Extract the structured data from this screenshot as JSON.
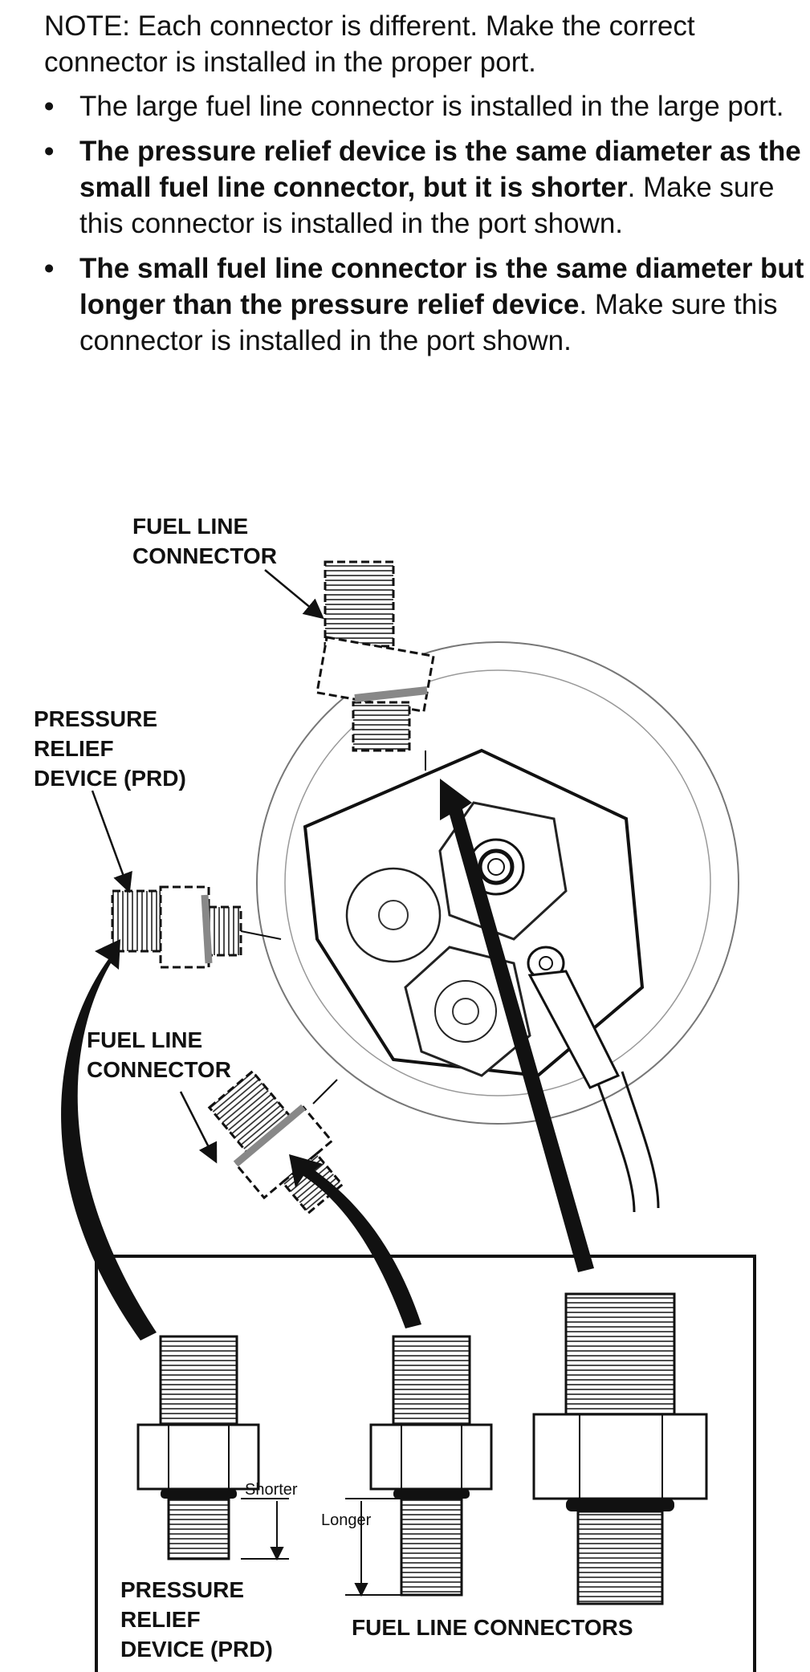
{
  "note": "NOTE: Each connector is different. Make the correct connector is installed in the proper port.",
  "bullets": [
    {
      "bold": "",
      "text": "The large fuel line connector is installed in the large port."
    },
    {
      "bold": "The pressure relief device is the same diameter as the small fuel line connector, but it is shorter",
      "text": ". Make sure this connector is installed in the port shown."
    },
    {
      "bold": "The small fuel line connector is the same diameter but longer than the pressure relief device",
      "text": ". Make sure this connector is installed in the port shown."
    }
  ],
  "diagram": {
    "label_fuel_top_1": "FUEL LINE",
    "label_fuel_top_2": "CONNECTOR",
    "label_prd_1": "PRESSURE",
    "label_prd_2": "RELIEF",
    "label_prd_3": "DEVICE (PRD)",
    "label_fuel_mid_1": "FUEL LINE",
    "label_fuel_mid_2": "CONNECTOR",
    "label_inset_prd_1": "PRESSURE",
    "label_inset_prd_2": "RELIEF",
    "label_inset_prd_3": "DEVICE (PRD)",
    "label_inset_fuel": "FUEL LINE CONNECTORS",
    "label_shorter": "Shorter",
    "label_longer": "Longer"
  }
}
